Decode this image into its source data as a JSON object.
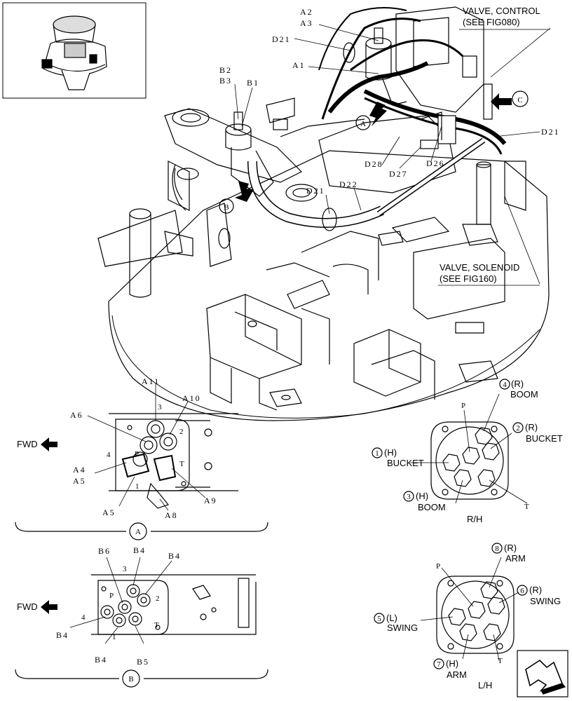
{
  "callouts": {
    "valve_control": [
      "VALVE, CONTROL",
      "(SEE FIG080)"
    ],
    "valve_solenoid": [
      "VALVE, SOLENOID",
      "(SEE FIG160)"
    ]
  },
  "main_labels": {
    "a2": "A2",
    "a3": "A3",
    "d21_top": "D21",
    "a1": "A1",
    "b2": "B2",
    "b3": "B3",
    "b1": "B1",
    "d21_right": "D21",
    "d28": "D28",
    "d26": "D26",
    "d27": "D27",
    "d21_mid": "D21",
    "d22": "D22",
    "view_a": "A",
    "view_b": "B",
    "view_c": "C"
  },
  "detail_a": {
    "labels": {
      "a11": "A11",
      "a10": "A10",
      "a6": "A6",
      "a4": "A4",
      "a5_top": "A5",
      "a5": "A5",
      "a8": "A8",
      "a9": "A9"
    },
    "ports": {
      "p3": "3",
      "p2": "2",
      "p4": "4",
      "p1": "1",
      "pP": "P",
      "pT": "T"
    },
    "fwd": "FWD",
    "section": "A"
  },
  "detail_b": {
    "labels": {
      "b6": "B6",
      "b4_top": "B4",
      "b4_right": "B4",
      "b4_left": "B4",
      "b4_bottom": "B4",
      "b5": "B5"
    },
    "ports": {
      "p3": "3",
      "p2": "2",
      "p4": "4",
      "p1": "1",
      "pP": "P",
      "pT": "T"
    },
    "fwd": "FWD",
    "section": "B"
  },
  "rh_pilot": {
    "port_p": "P",
    "port_t": "T",
    "items": [
      {
        "num": "4",
        "side": "(R)",
        "name": "BOOM"
      },
      {
        "num": "2",
        "side": "(R)",
        "name": "BUCKET"
      },
      {
        "num": "1",
        "side": "(H)",
        "name": "BUCKET"
      },
      {
        "num": "3",
        "side": "(H)",
        "name": "BOOM"
      }
    ],
    "caption": "R/H"
  },
  "lh_pilot": {
    "port_p": "P",
    "port_t": "T",
    "items": [
      {
        "num": "8",
        "side": "(R)",
        "name": "ARM"
      },
      {
        "num": "6",
        "side": "(R)",
        "name": "SWING"
      },
      {
        "num": "5",
        "side": "(L)",
        "name": "SWING"
      },
      {
        "num": "7",
        "side": "(H)",
        "name": "ARM"
      }
    ],
    "caption": "L/H"
  }
}
